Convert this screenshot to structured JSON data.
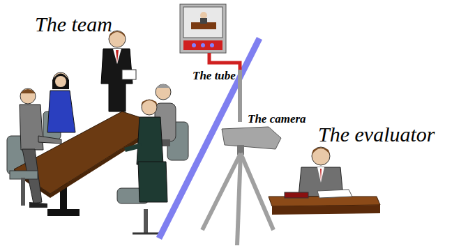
{
  "diagram": {
    "labels": [
      "The team",
      "The tube",
      "The camera",
      "The evaluator"
    ]
  }
}
